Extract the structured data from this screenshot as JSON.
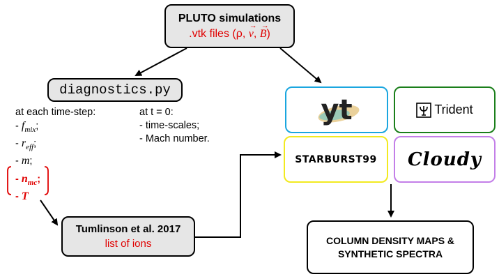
{
  "pluto": {
    "title": "PLUTO simulations",
    "subtitle_prefix": ".vtk files (",
    "rho": "ρ",
    "v": "v",
    "B": "B",
    "subtitle_suffix": ")"
  },
  "diagnostics": {
    "label": "diagnostics.py",
    "each_step_heading": "at each time-step:",
    "items": [
      {
        "prefix": "- ",
        "sym": "f",
        "sub": "mix",
        "suffix": ";"
      },
      {
        "prefix": "- ",
        "sym": "r",
        "sub": "eff",
        "suffix": ";"
      },
      {
        "prefix": "- ",
        "sym": "m",
        "sub": "",
        "suffix": ";"
      }
    ],
    "red_items": [
      {
        "prefix": "- ",
        "sym": "n",
        "sub": "mc",
        "suffix": ";"
      },
      {
        "prefix": "- ",
        "sym": "T",
        "sub": "",
        "suffix": ""
      }
    ],
    "t0_heading": "at t = 0:",
    "t0_items": [
      "- time-scales;",
      "- Mach number."
    ]
  },
  "tumlinson": {
    "title": "Tumlinson et al. 2017",
    "subtitle": "list of ions"
  },
  "tools": {
    "yt": "yt",
    "trident": "Trident",
    "starburst": "STARBURST99",
    "cloudy": "Cloudy"
  },
  "output": {
    "line1": "COLUMN DENSITY MAPS &",
    "line2": "SYNTHETIC SPECTRA"
  },
  "colors": {
    "red": "#e00000",
    "yt_border": "#1aa6df",
    "trident_border": "#1b7f1b",
    "starburst_border": "#f2ea20",
    "cloudy_border": "#c37fe8",
    "box_gray": "#e6e6e6"
  }
}
